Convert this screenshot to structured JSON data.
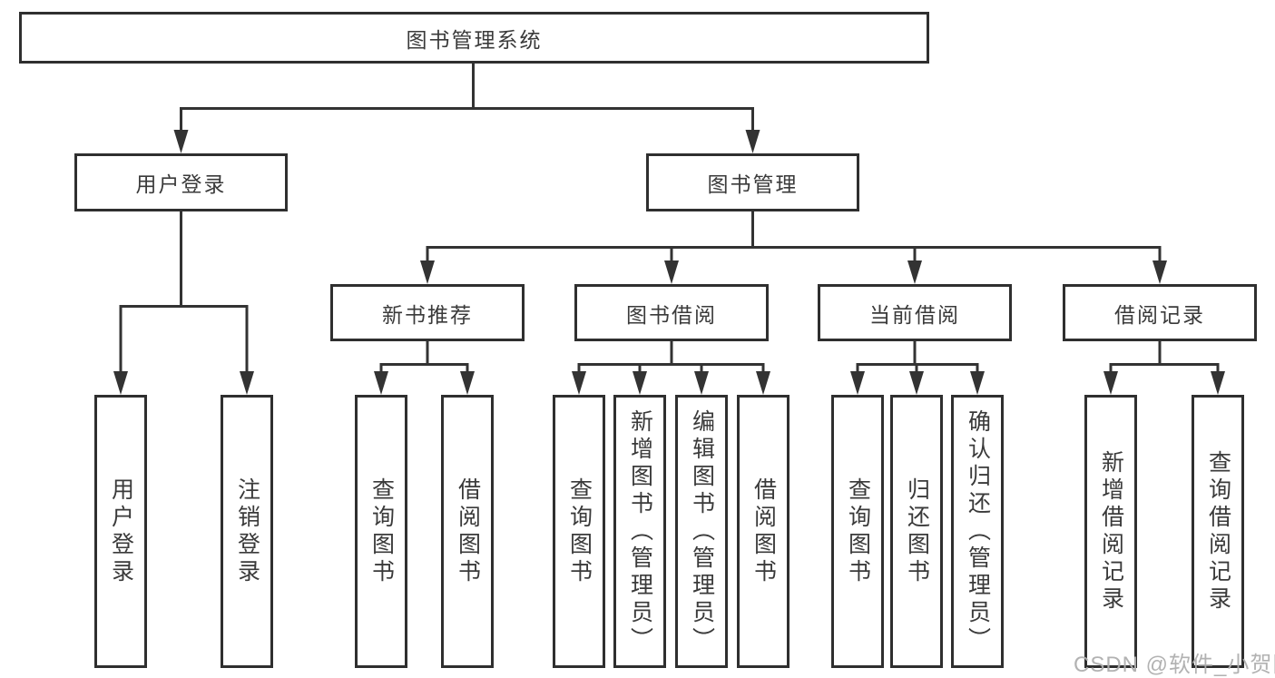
{
  "diagram_type": "hierarchy-tree",
  "colors": {
    "line": "#333333",
    "box_border": "#2f2f2f",
    "box_fill": "#ffffff",
    "text": "#3a3a3a",
    "watermark": "#aeaeae"
  },
  "tree": {
    "root": {
      "label": "图书管理系统",
      "children": [
        {
          "label": "用户登录",
          "children": [
            {
              "label": "用户登录"
            },
            {
              "label": "注销登录"
            }
          ]
        },
        {
          "label": "图书管理",
          "children": [
            {
              "label": "新书推荐",
              "children": [
                {
                  "label": "查询图书"
                },
                {
                  "label": "借阅图书"
                }
              ]
            },
            {
              "label": "图书借阅",
              "children": [
                {
                  "label": "查询图书"
                },
                {
                  "label": "新增图书（管理员）"
                },
                {
                  "label": "编辑图书（管理员）"
                },
                {
                  "label": "借阅图书"
                }
              ]
            },
            {
              "label": "当前借阅",
              "children": [
                {
                  "label": "查询图书"
                },
                {
                  "label": "归还图书"
                },
                {
                  "label": "确认归还（管理员）"
                }
              ]
            },
            {
              "label": "借阅记录",
              "children": [
                {
                  "label": "新增借阅记录"
                },
                {
                  "label": "查询借阅记录"
                }
              ]
            }
          ]
        }
      ]
    }
  },
  "watermark": {
    "text": "CSDN @软件_小贺同学"
  }
}
